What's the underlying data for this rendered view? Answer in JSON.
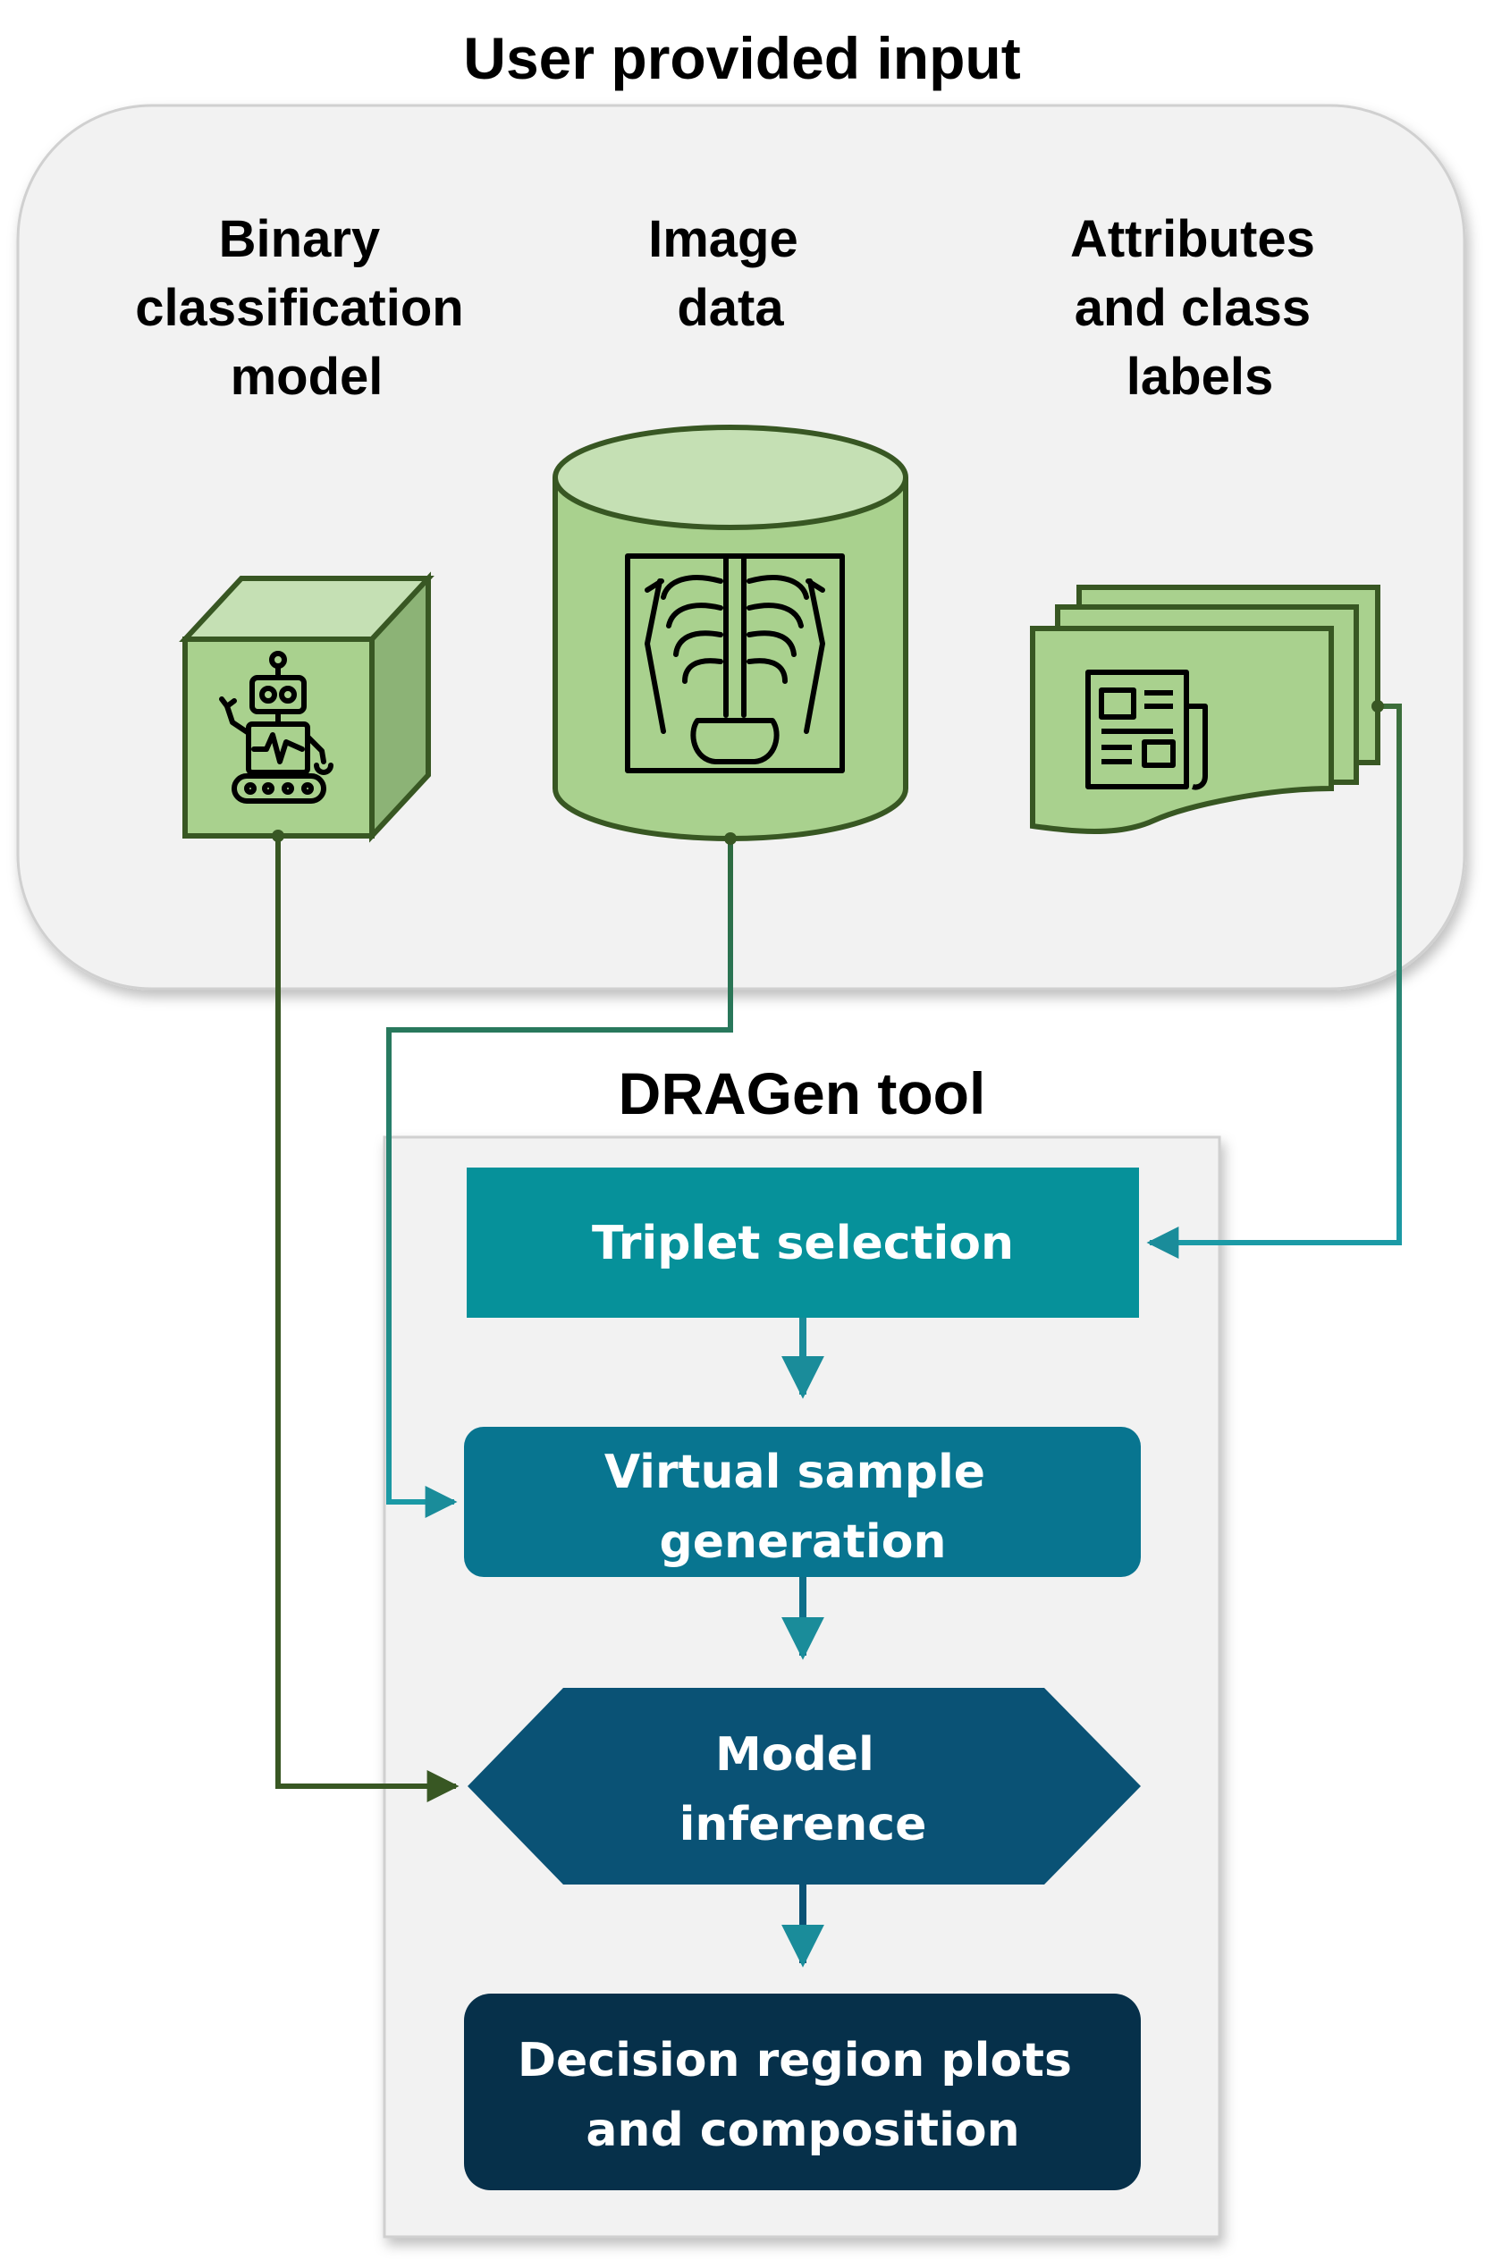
{
  "input_panel": {
    "title": "User provided input",
    "model": {
      "label_lines": [
        "Binary",
        "classification",
        "model"
      ],
      "icon": "robot-cube-icon"
    },
    "image_data": {
      "label_lines": [
        "Image",
        "data"
      ],
      "icon": "xray-database-icon"
    },
    "attributes": {
      "label_lines": [
        "Attributes",
        "and class",
        "labels"
      ],
      "icon": "documents-stack-icon"
    }
  },
  "tool_panel": {
    "title": "DRAGen tool",
    "steps": [
      {
        "id": "triplet",
        "lines": [
          "Triplet selection"
        ],
        "color": "#06919A"
      },
      {
        "id": "virtual",
        "lines": [
          "Virtual sample",
          "generation"
        ],
        "color": "#087590"
      },
      {
        "id": "inference",
        "lines": [
          "Model",
          "inference"
        ],
        "color": "#0A5275"
      },
      {
        "id": "decision",
        "lines": [
          "Decision region plots",
          "and composition"
        ],
        "color": "#06304A"
      }
    ]
  },
  "colors": {
    "panel_fill": "#F2F2F2",
    "panel_stroke": "#BFBFBF",
    "green_fill": "#A9D18E",
    "green_light": "#C5E0B4",
    "green_stroke": "#385723",
    "teal_line": "#1A8C9A"
  }
}
